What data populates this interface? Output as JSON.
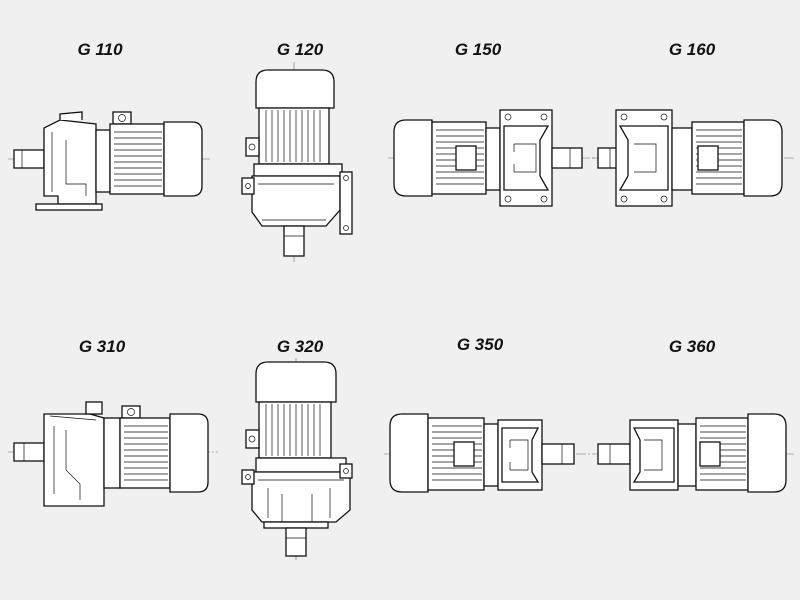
{
  "colors": {
    "background": "#f0f0f0",
    "line": "#111111",
    "fill": "#ffffff",
    "centerline": "#666666"
  },
  "models": {
    "g110": {
      "label": "G 110"
    },
    "g120": {
      "label": "G 120"
    },
    "g150": {
      "label": "G 150"
    },
    "g160": {
      "label": "G 160"
    },
    "g310": {
      "label": "G 310"
    },
    "g320": {
      "label": "G 320"
    },
    "g350": {
      "label": "G 350"
    },
    "g360": {
      "label": "G 360"
    }
  }
}
